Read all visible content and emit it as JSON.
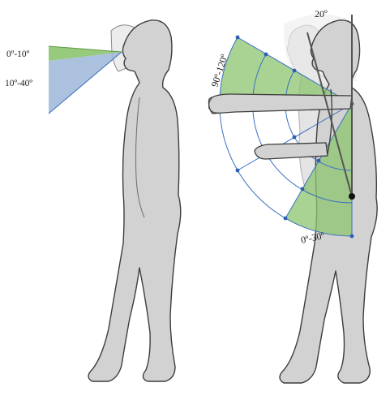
{
  "figure": {
    "left_view": {
      "label_upper": "0º-10º",
      "label_lower": "10º-40º"
    },
    "right_view": {
      "label_top": "20º",
      "label_arc": "90º-120º",
      "label_bottom": "0º-30º"
    }
  },
  "colors": {
    "body": "#d2d2d2",
    "outline": "#3d3d3d",
    "green_zone": "#8cc46e",
    "blue_zone": "#9db6d8",
    "arc_line": "#3a6fc4",
    "ghost": "#e3e3e3"
  }
}
